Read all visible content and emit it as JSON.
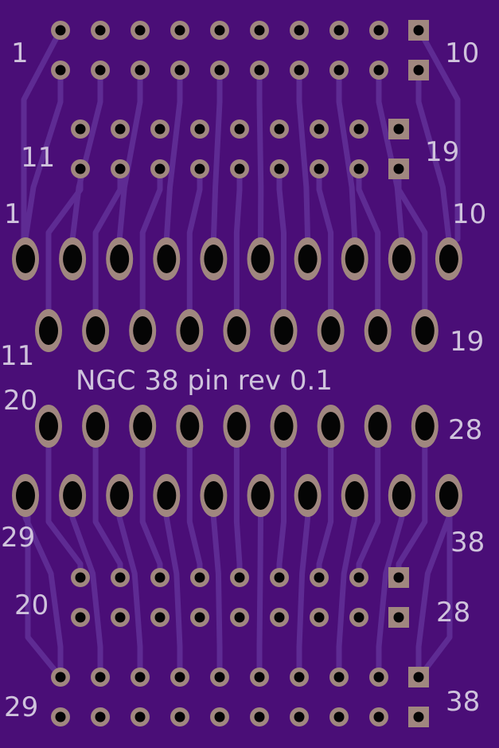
{
  "board": {
    "title": "NGC 38 pin rev 0.1",
    "colors": {
      "substrate": "#4a0e77",
      "trace": "#5e2b93",
      "pad": "#a0877f",
      "drill": "#050505",
      "silkscreen": "#cfc3dc"
    }
  },
  "labels": {
    "top_row1_left": "1",
    "top_row1_right": "10",
    "top_row2_left": "11",
    "top_row2_right": "19",
    "mid_row1_left": "1",
    "mid_row1_right": "10",
    "mid_row2_left": "11",
    "mid_row2_right": "19",
    "mid_row3_left": "20",
    "mid_row3_right": "28",
    "mid_row4_left": "29",
    "mid_row4_right": "38",
    "bot_row1_left": "20",
    "bot_row1_right": "28",
    "bot_row2_left": "29",
    "bot_row2_right": "38"
  }
}
